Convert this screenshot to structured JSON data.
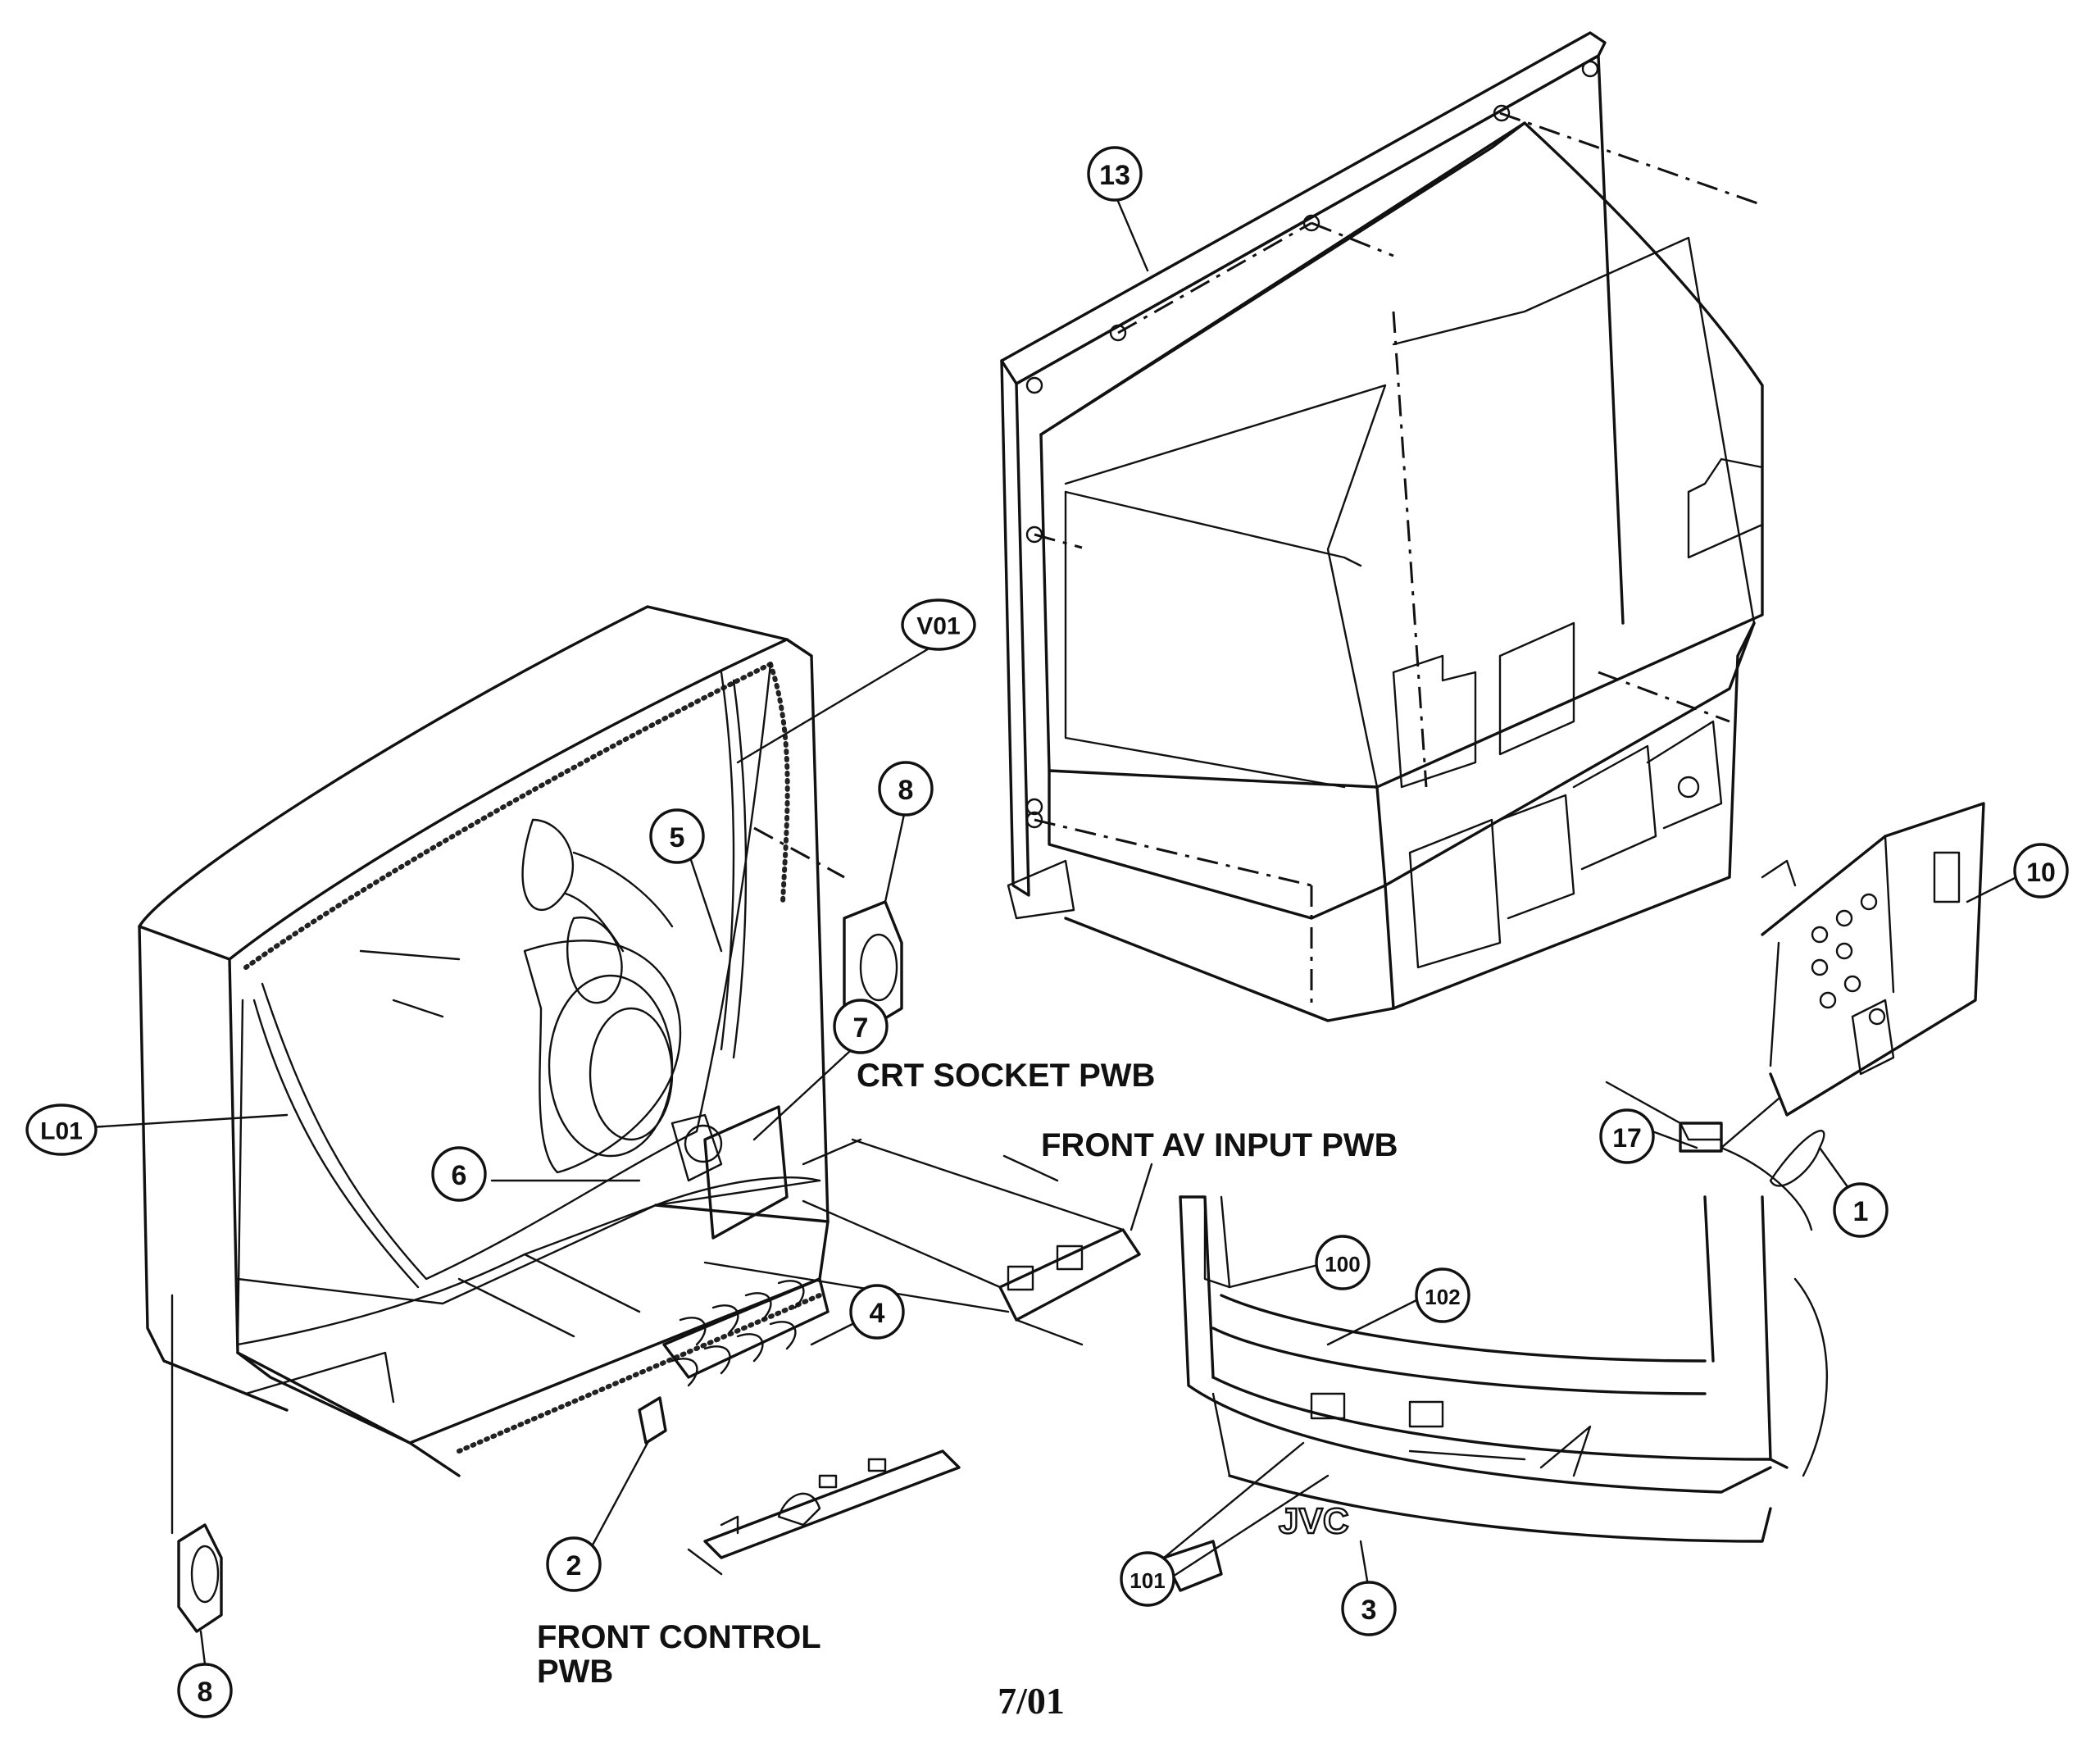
{
  "callouts": {
    "c13": "13",
    "cV01": "V01",
    "c8a": "8",
    "c5": "5",
    "c10": "10",
    "c7": "7",
    "cL01": "L01",
    "c6": "6",
    "c17": "17",
    "c1": "1",
    "c100": "100",
    "c102": "102",
    "c4": "4",
    "c2": "2",
    "c101": "101",
    "c3": "3",
    "c8b": "8"
  },
  "labels": {
    "crt_socket": "CRT SOCKET PWB",
    "front_av": "FRONT AV INPUT PWB",
    "front_control_1": "FRONT CONTROL",
    "front_control_2": "PWB"
  },
  "logo_text": "JVC",
  "footer_date": "7/01"
}
